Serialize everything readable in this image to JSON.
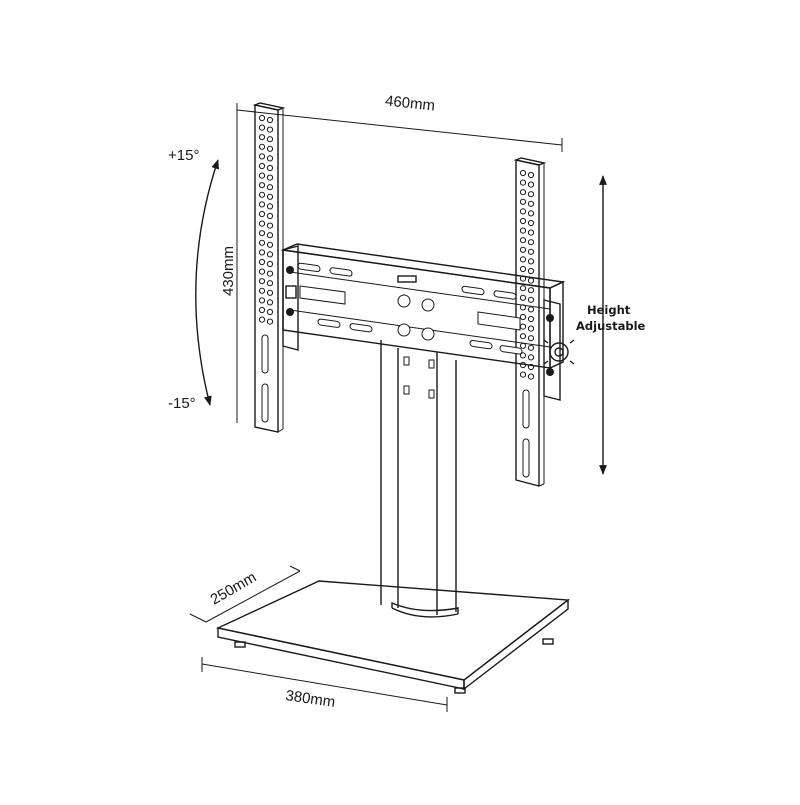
{
  "labels": {
    "width_top": "460mm",
    "height_left": "430mm",
    "tilt_up": "+15°",
    "tilt_down": "-15°",
    "height_adjustable_line1": "Height",
    "height_adjustable_line2": "Adjustable",
    "base_depth": "250mm",
    "base_width": "380mm"
  }
}
